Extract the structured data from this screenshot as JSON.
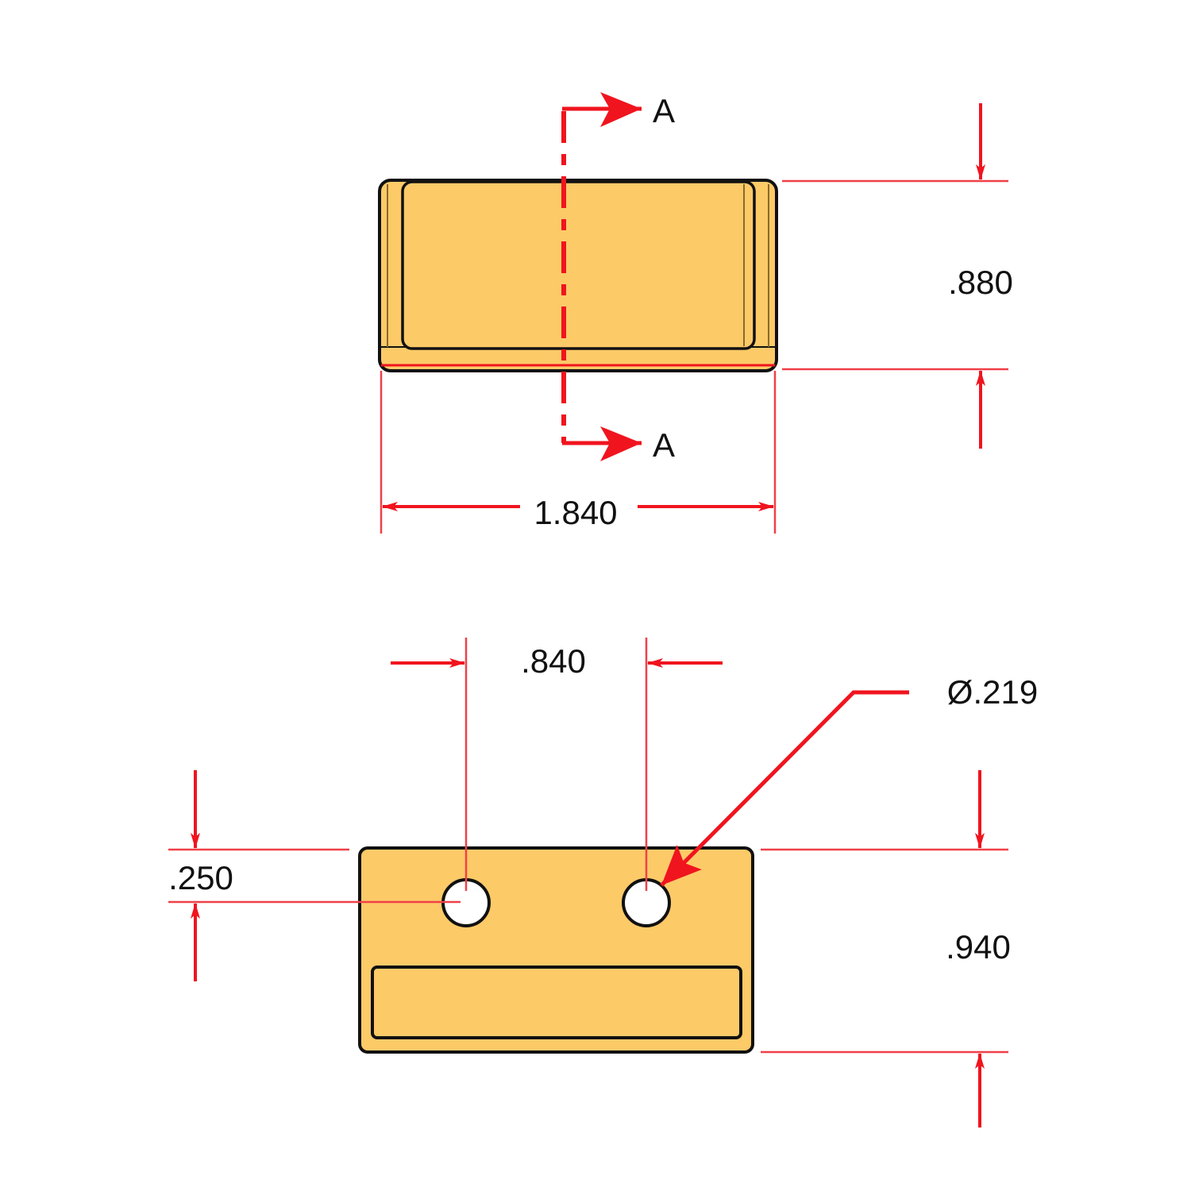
{
  "drawing": {
    "section_label_top": "A",
    "section_label_bottom": "A",
    "top_view": {
      "height_dim": ".880",
      "width_dim": "1.840"
    },
    "bottom_view": {
      "hole_spacing_dim": ".840",
      "hole_diameter_dim": "Ø.219",
      "hole_offset_dim": ".250",
      "height_dim": ".940"
    },
    "colors": {
      "part_fill": "#fdca68",
      "dimension": "#f0141e",
      "outline": "#111111"
    }
  }
}
